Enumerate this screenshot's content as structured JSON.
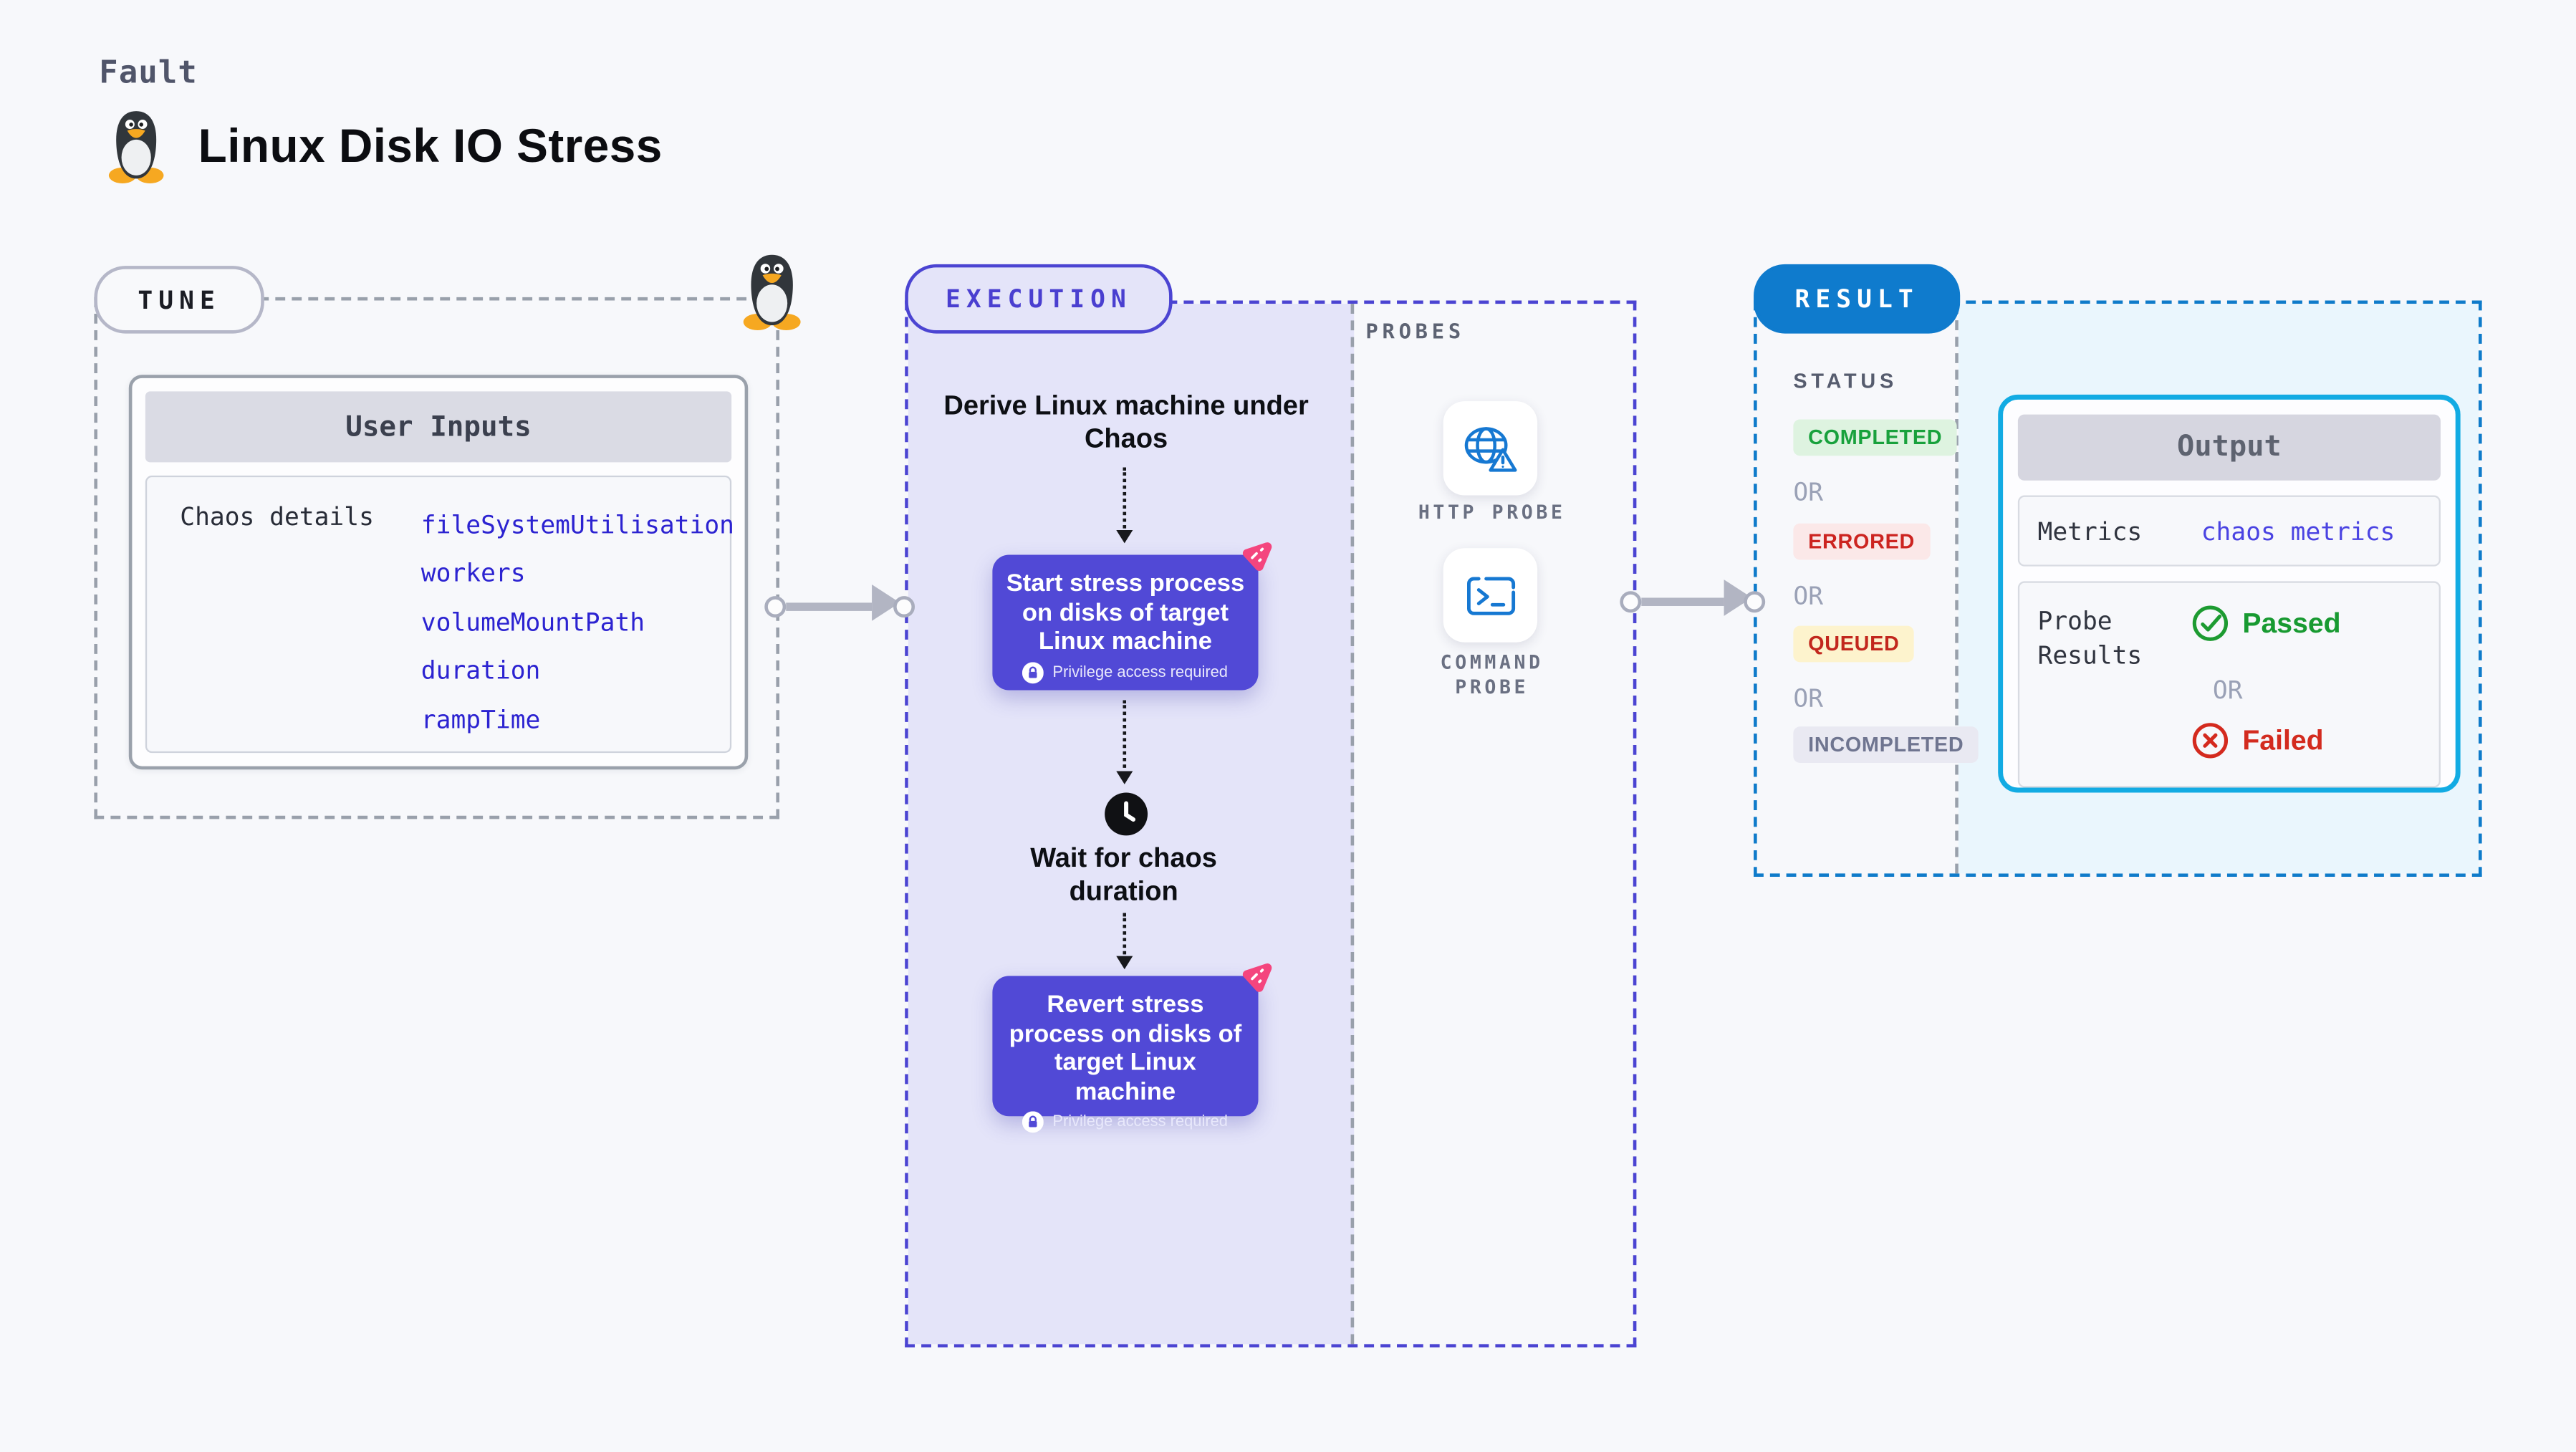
{
  "header": {
    "eyebrow": "Fault",
    "title": "Linux Disk IO Stress"
  },
  "tune": {
    "label": "TUNE",
    "card_title": "User Inputs",
    "row_label": "Chaos details",
    "inputs": [
      "fileSystemUtilisation",
      "workers",
      "volumeMountPath",
      "duration",
      "rampTime"
    ]
  },
  "execution": {
    "label": "EXECUTION",
    "derive_text": "Derive Linux machine under Chaos",
    "start_node": {
      "text": "Start stress process on disks of target Linux machine",
      "badge": "Privilege access required"
    },
    "wait_text": "Wait for chaos duration",
    "revert_node": {
      "text": "Revert stress process on disks of target Linux machine",
      "badge": "Privilege access required"
    }
  },
  "probes": {
    "label": "PROBES",
    "items": [
      {
        "label": "HTTP PROBE",
        "icon": "globe-alert-icon"
      },
      {
        "label": "COMMAND PROBE",
        "icon": "terminal-icon"
      }
    ]
  },
  "result": {
    "label": "RESULT",
    "status_label": "STATUS",
    "or_label": "OR",
    "statuses": [
      {
        "text": "COMPLETED",
        "bg": "#def3e0",
        "color": "#18a13c"
      },
      {
        "text": "ERRORED",
        "bg": "#fbe8e8",
        "color": "#cc2420"
      },
      {
        "text": "QUEUED",
        "bg": "#fdf3cd",
        "color": "#c2271d"
      },
      {
        "text": "INCOMPLETED",
        "bg": "#e9e9f2",
        "color": "#6f7590"
      }
    ],
    "output": {
      "title": "Output",
      "metrics_label": "Metrics",
      "metrics_value": "chaos metrics",
      "probe_results_label": "Probe Results",
      "passed": "Passed",
      "or": "OR",
      "failed": "Failed"
    }
  },
  "colors": {
    "page_bg": "#f7f8fb",
    "accent_indigo": "#4b44d2",
    "lavender_fill": "#e4e4f9",
    "node_purple": "#5149d6",
    "chaos_pink": "#f4457e",
    "result_blue": "#0f7bcd",
    "result_fill": "#eaf6fd",
    "output_border": "#12abe3",
    "probe_blue": "#1678d2",
    "passed_green": "#189a31",
    "failed_red": "#d32b1f",
    "input_value_blue": "#2c23d1"
  }
}
